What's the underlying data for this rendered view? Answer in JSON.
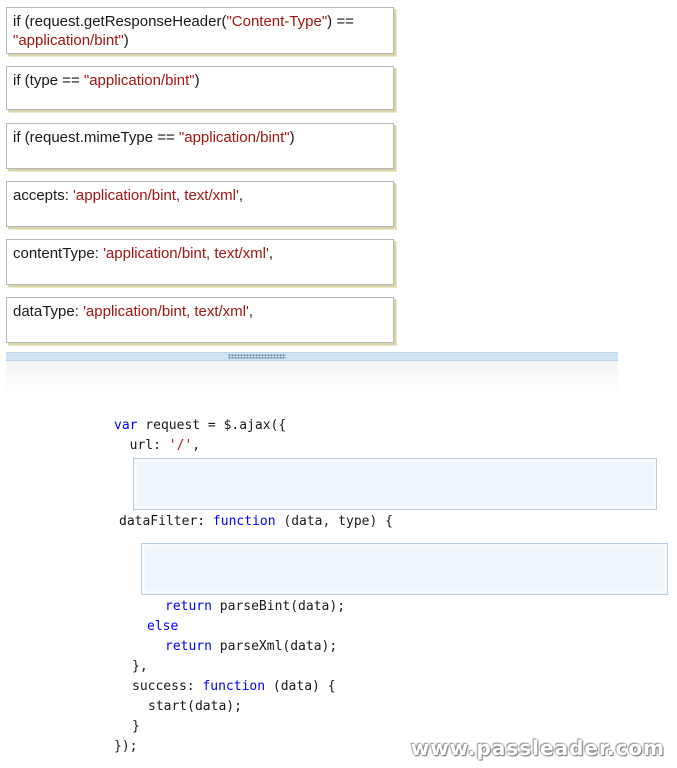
{
  "choices": [
    {
      "prefix": "if (request.getResponseHeader(",
      "string": "\"Content-Type\"",
      "middle": ") == ",
      "string2": "\"application/bint\"",
      "suffix": ")"
    },
    {
      "prefix": "if (type == ",
      "string": "\"application/bint\"",
      "suffix": ")"
    },
    {
      "prefix": "if (request.mimeType == ",
      "string": "\"application/bint\"",
      "suffix": ")"
    },
    {
      "prefix": "accepts: ",
      "string": "'application/bint, text/xml'",
      "suffix": ","
    },
    {
      "prefix": "contentType: ",
      "string": "'application/bint, text/xml'",
      "suffix": ","
    },
    {
      "prefix": "dataType: ",
      "string": "'application/bint, text/xml'",
      "suffix": ","
    }
  ],
  "code": {
    "line1_kw": "var",
    "line1_rest": " request = $.ajax({",
    "line2_a": "  url: ",
    "line2_str": "'/'",
    "line2_b": ",",
    "line3_a": "dataFilter: ",
    "line3_kw": "function",
    "line3_b": " (data, type) {",
    "line4_kw": "return",
    "line4_b": " parseBint(data);",
    "line5_kw": "else",
    "line6_kw": "return",
    "line6_b": " parseXml(data);",
    "line7": "},",
    "line8_a": "success: ",
    "line8_kw": "function",
    "line8_b": " (data) {",
    "line9": "start(data);",
    "line10": "}",
    "line11": "});"
  },
  "watermark": "www.passleader.com"
}
